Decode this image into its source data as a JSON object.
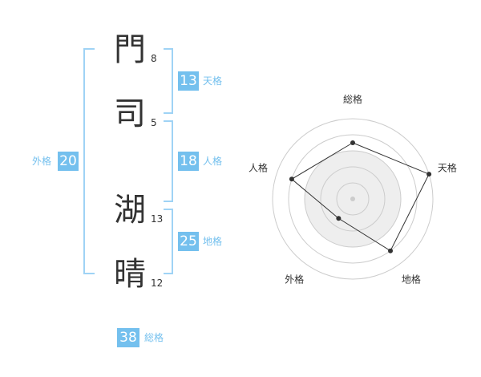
{
  "name": {
    "characters": [
      {
        "char": "門",
        "strokes": "8"
      },
      {
        "char": "司",
        "strokes": "5"
      },
      {
        "char": "湖",
        "strokes": "13"
      },
      {
        "char": "晴",
        "strokes": "12"
      }
    ]
  },
  "fortunes": {
    "tenkaku": {
      "value": "13",
      "label": "天格"
    },
    "jinkaku": {
      "value": "18",
      "label": "人格"
    },
    "chikaku": {
      "value": "25",
      "label": "地格"
    },
    "gaikaku": {
      "value": "20",
      "label": "外格"
    },
    "soukaku": {
      "value": "38",
      "label": "総格"
    }
  },
  "colors": {
    "accent": "#74c0ee",
    "bracket": "#9fd3f5",
    "text": "#333333",
    "radar_grid": "#cccccc",
    "radar_fill": "#eeeeee",
    "radar_line": "#333333"
  },
  "chart_data": {
    "type": "radar",
    "axes": [
      "総格",
      "天格",
      "地格",
      "外格",
      "人格"
    ],
    "values": [
      3.5,
      5,
      4,
      1.5,
      4
    ],
    "range": [
      0,
      5
    ]
  }
}
